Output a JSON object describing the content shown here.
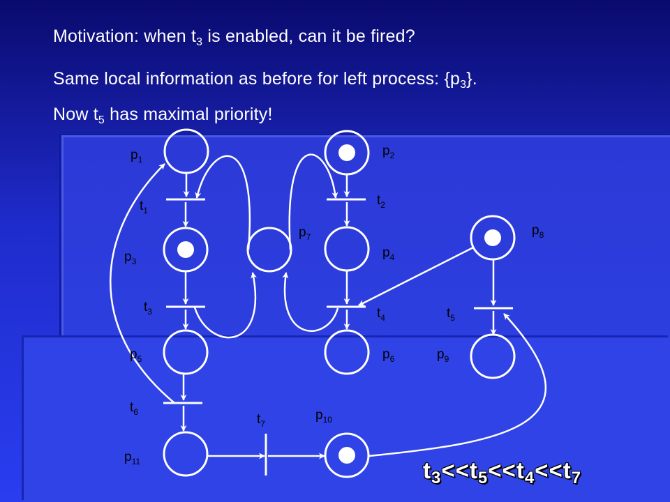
{
  "text": {
    "line1": {
      "a": "Motivation: when t",
      "sub": "3",
      "b": " is enabled, can it be fired?"
    },
    "line2": {
      "a": "Same local information as before for left process: {p",
      "sub": "3",
      "b": "}."
    },
    "line3": {
      "a": "Now t",
      "sub": "5",
      "b": " has maximal priority!"
    }
  },
  "priority": {
    "t": "t",
    "s1": "3",
    "s2": "5",
    "s3": "4",
    "s4": "7",
    "sep": "<<"
  },
  "places": [
    {
      "id": "p1",
      "base": "p",
      "sub": "1",
      "token": false
    },
    {
      "id": "p2",
      "base": "p",
      "sub": "2",
      "token": true
    },
    {
      "id": "p3",
      "base": "p",
      "sub": "3",
      "token": true
    },
    {
      "id": "p4",
      "base": "p",
      "sub": "4",
      "token": false
    },
    {
      "id": "p5",
      "base": "p",
      "sub": "5",
      "token": false
    },
    {
      "id": "p6",
      "base": "p",
      "sub": "6",
      "token": false
    },
    {
      "id": "p7",
      "base": "p",
      "sub": "7",
      "token": false
    },
    {
      "id": "p8",
      "base": "p",
      "sub": "8",
      "token": true
    },
    {
      "id": "p9",
      "base": "p",
      "sub": "9",
      "token": false
    },
    {
      "id": "p10",
      "base": "p",
      "sub": "10",
      "token": true
    },
    {
      "id": "p11",
      "base": "p",
      "sub": "11",
      "token": false
    }
  ],
  "transitions": [
    {
      "id": "t1",
      "base": "t",
      "sub": "1"
    },
    {
      "id": "t2",
      "base": "t",
      "sub": "2"
    },
    {
      "id": "t3",
      "base": "t",
      "sub": "3"
    },
    {
      "id": "t4",
      "base": "t",
      "sub": "4"
    },
    {
      "id": "t5",
      "base": "t",
      "sub": "5"
    },
    {
      "id": "t6",
      "base": "t",
      "sub": "6"
    },
    {
      "id": "t7",
      "base": "t",
      "sub": "7"
    }
  ],
  "arcs": [
    {
      "from": "p1",
      "to": "t1"
    },
    {
      "from": "t1",
      "to": "p3"
    },
    {
      "from": "p3",
      "to": "t3"
    },
    {
      "from": "t3",
      "to": "p5"
    },
    {
      "from": "p5",
      "to": "t6"
    },
    {
      "from": "t6",
      "to": "p11"
    },
    {
      "from": "p2",
      "to": "t2"
    },
    {
      "from": "t2",
      "to": "p4"
    },
    {
      "from": "p4",
      "to": "t4"
    },
    {
      "from": "t4",
      "to": "p6"
    },
    {
      "from": "p7",
      "to": "t1"
    },
    {
      "from": "t3",
      "to": "p7"
    },
    {
      "from": "p7",
      "to": "t2"
    },
    {
      "from": "t4",
      "to": "p7"
    },
    {
      "from": "p8",
      "to": "t5"
    },
    {
      "from": "t5",
      "to": "p9"
    },
    {
      "from": "p8",
      "to": "t4"
    },
    {
      "from": "t6",
      "to": "p1"
    },
    {
      "from": "p11",
      "to": "t7"
    },
    {
      "from": "t7",
      "to": "p10"
    },
    {
      "from": "p10",
      "to": "t5"
    }
  ],
  "colors": {
    "background": "#1f2ccc",
    "ink": "#ffffff",
    "label": "#000000"
  }
}
